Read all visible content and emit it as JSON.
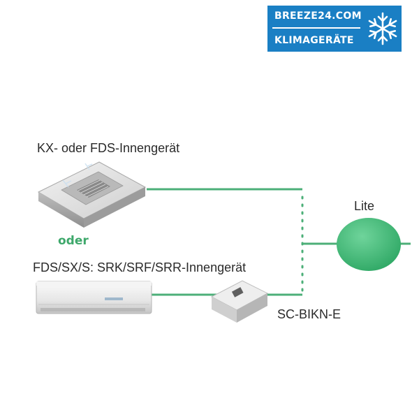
{
  "logo": {
    "line1": "BREEZE24.COM",
    "line2": "KLIMAGERÄTE",
    "icon": "snowflake-icon",
    "bg_color": "#1a7fc4"
  },
  "diagram": {
    "cassette_label": "KX- oder FDS-Innengerät",
    "or_label": "oder",
    "wall_label": "FDS/SX/S: SRK/SRF/SRR-Innengerät",
    "lite_label": "Lite",
    "adapter_label": "SC-BIKN-E",
    "line_color": "#4caf78",
    "lite_color": "#3db574"
  }
}
